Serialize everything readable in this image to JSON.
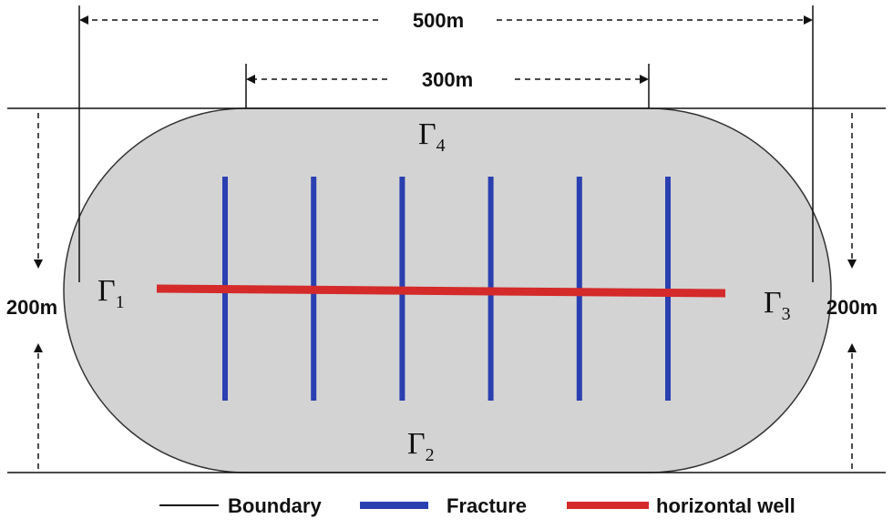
{
  "dimensions": {
    "top_outer": "500m",
    "top_inner": "300m",
    "left_height": "200m",
    "right_height": "200m"
  },
  "boundaries": {
    "g1": {
      "symbol": "Γ",
      "sub": "1"
    },
    "g2": {
      "symbol": "Γ",
      "sub": "2"
    },
    "g3": {
      "symbol": "Γ",
      "sub": "3"
    },
    "g4": {
      "symbol": "Γ",
      "sub": "4"
    }
  },
  "legend": {
    "boundary": "Boundary",
    "fracture": "Fracture",
    "well": "horizontal well"
  },
  "colors": {
    "domain_fill": "#d3d3d3",
    "boundary": "#333333",
    "fracture": "#2a3fb0",
    "well": "#d42a2a"
  },
  "fracture_count": 6
}
